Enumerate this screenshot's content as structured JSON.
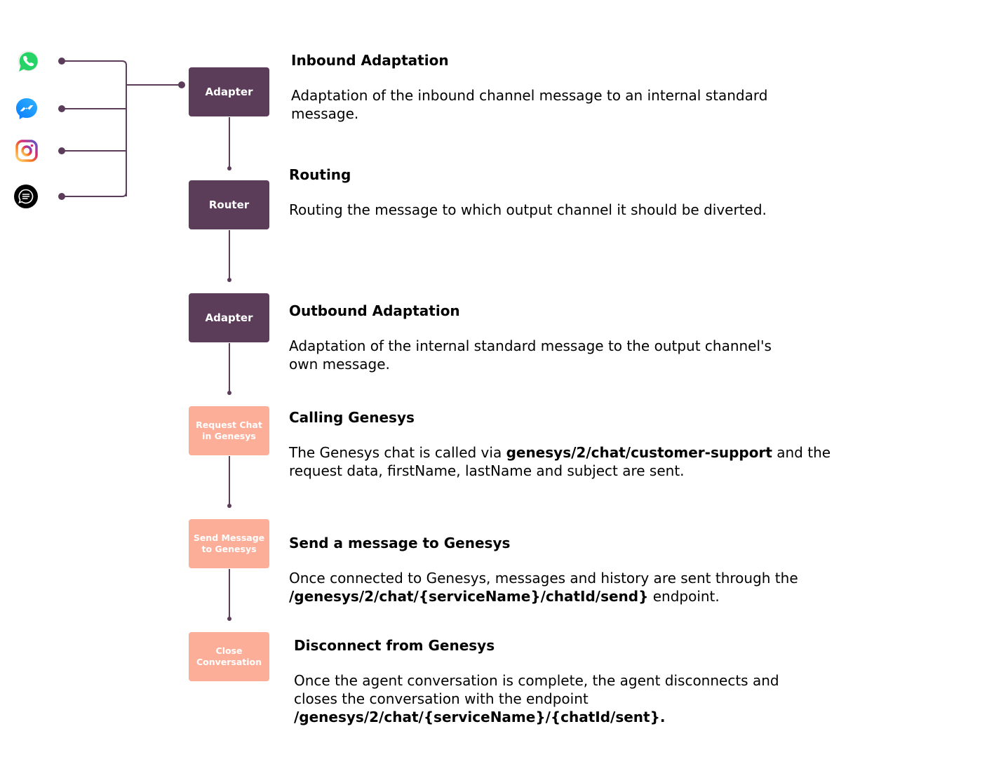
{
  "colors": {
    "primary": "#5b3d5a",
    "secondary": "#fcae98",
    "line": "#5b3d5a"
  },
  "channels": [
    {
      "icon": "whatsapp-icon",
      "color": "#25d366"
    },
    {
      "icon": "messenger-icon",
      "color": "#1e8ff7"
    },
    {
      "icon": "instagram-icon",
      "color": "#d62976"
    },
    {
      "icon": "chat-icon",
      "color": "#000000"
    }
  ],
  "nodes": [
    {
      "label": "Adapter",
      "style": "primary"
    },
    {
      "label": "Router",
      "style": "primary"
    },
    {
      "label": "Adapter",
      "style": "primary"
    },
    {
      "label": "Request Chat in Genesys",
      "style": "secondary"
    },
    {
      "label": "Send Message to Genesys",
      "style": "secondary"
    },
    {
      "label": "Close Conversation",
      "style": "secondary"
    }
  ],
  "steps": [
    {
      "title": "Inbound Adaptation",
      "text": "Adaptation of the inbound channel message to an internal standard message."
    },
    {
      "title": "Routing",
      "text": "Routing the message to which output channel it should be diverted."
    },
    {
      "title": "Outbound Adaptation",
      "text": "Adaptation of the internal standard message to the output channel's own message."
    },
    {
      "title": "Calling Genesys",
      "text_before": "The Genesys chat is called via ",
      "code": "genesys/2/chat/customer-support",
      "text_after": " and the request data, firstName, lastName and subject are sent."
    },
    {
      "title": "Send a message to Genesys",
      "text_before": "Once connected to Genesys, messages and history are sent through the ",
      "code": "/genesys/2/chat/{serviceName}/chatId/send}",
      "text_after": " endpoint."
    },
    {
      "title": "Disconnect from Genesys",
      "text_before": "Once the agent conversation is complete, the agent disconnects and closes the conversation with the endpoint ",
      "code": "/genesys/2/chat/{serviceName}/{chatId/sent}.",
      "text_after": ""
    }
  ]
}
